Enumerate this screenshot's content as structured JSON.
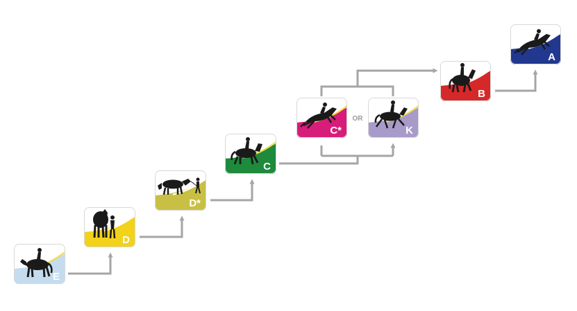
{
  "badges": [
    {
      "id": "E",
      "label": "E",
      "color": "#c5dcef",
      "accent": "#f2e04a",
      "figure": "pony-rider"
    },
    {
      "id": "D",
      "label": "D",
      "color": "#f2d21a",
      "accent": "#ffffff",
      "figure": "horse-and-handler"
    },
    {
      "id": "Ds",
      "label": "D*",
      "color": "#c8c044",
      "accent": "#ffffff",
      "figure": "leading-horse"
    },
    {
      "id": "C",
      "label": "C",
      "color": "#1e8a3c",
      "accent": "#f2e04a",
      "figure": "horse-rider"
    },
    {
      "id": "Cs",
      "label": "C*",
      "color": "#d81c7a",
      "accent": "#f2e04a",
      "figure": "jumping-rider"
    },
    {
      "id": "K",
      "label": "K",
      "color": "#a89bc9",
      "accent": "#f2e04a",
      "figure": "trotting-rider"
    },
    {
      "id": "B",
      "label": "B",
      "color": "#d62828",
      "accent": "#ffffff",
      "figure": "dressage-rider"
    },
    {
      "id": "A",
      "label": "A",
      "color": "#22388f",
      "accent": "#ffffff",
      "figure": "jumping-rider"
    }
  ],
  "or_label": "OR",
  "colors": {
    "arrow": "#a5a5a5",
    "silhouette": "#1a1a1a",
    "badge_border": "#d8d8d8"
  }
}
